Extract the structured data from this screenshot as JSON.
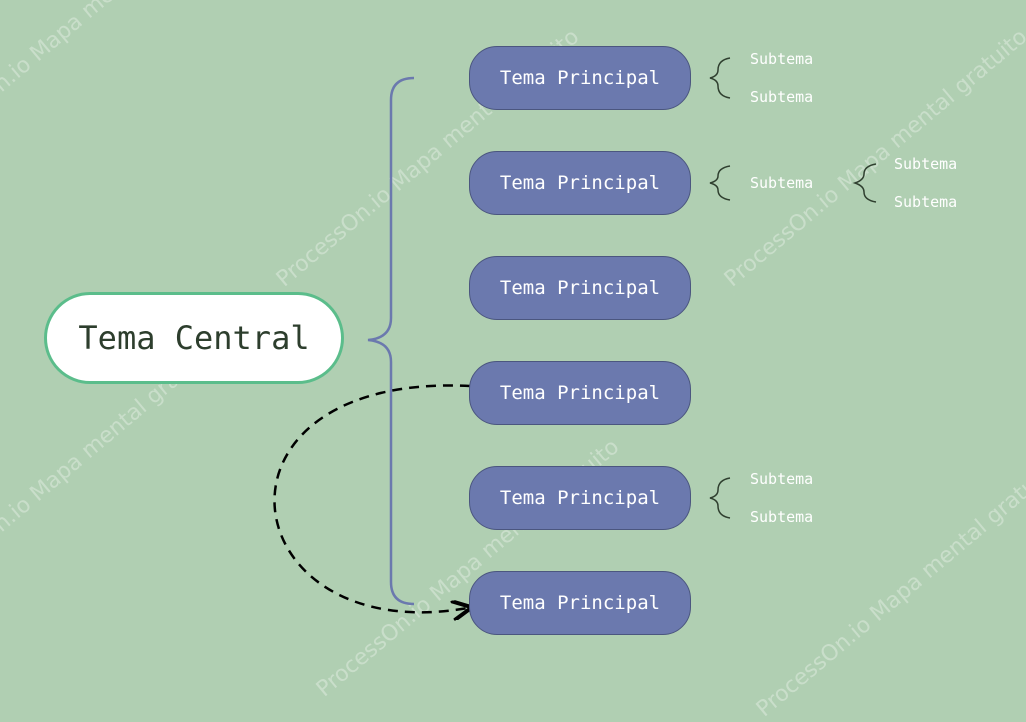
{
  "central": {
    "label": "Tema Central"
  },
  "main_topics": [
    {
      "label": "Tema Principal",
      "subtopics": [
        "Subtema",
        "Subtema"
      ]
    },
    {
      "label": "Tema Principal",
      "subtopics": [
        "Subtema"
      ],
      "sub_subtopics": [
        "Subtema",
        "Subtema"
      ]
    },
    {
      "label": "Tema Principal",
      "subtopics": []
    },
    {
      "label": "Tema Principal",
      "subtopics": []
    },
    {
      "label": "Tema Principal",
      "subtopics": [
        "Subtema",
        "Subtema"
      ]
    },
    {
      "label": "Tema Principal",
      "subtopics": []
    }
  ],
  "watermark": {
    "text": "ProcessOn.io Mapa mental gratuito"
  },
  "colors": {
    "background": "#b0cfb2",
    "central_fill": "#ffffff",
    "central_border": "#5bbd8b",
    "topic_fill": "#6b79ae",
    "bracket": "#6b79ae",
    "sub_bracket": "#2f3f2f",
    "relation_line": "#000000"
  }
}
